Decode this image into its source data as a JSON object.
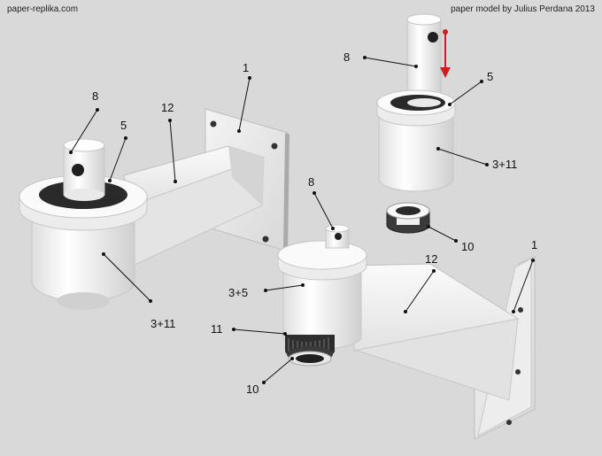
{
  "header": {
    "site": "paper-replika.com",
    "credit": "paper model by Julius Perdana 2013"
  },
  "callouts": {
    "c1": "1",
    "c2": "12",
    "c3": "8",
    "c4": "5",
    "c5": "3+11",
    "c6": "8",
    "c7": "5",
    "c8": "3+11",
    "c9": "8",
    "c10": "10",
    "c11": "3+5",
    "c12": "11",
    "c13": "10",
    "c14": "12",
    "c15": "1"
  },
  "colors": {
    "background": "#d9d9d9",
    "part_white": "#f4f4f4",
    "part_shadow": "#c8c8c8",
    "rubber": "#2a2a2a",
    "arrow": "#cc1f1f"
  }
}
